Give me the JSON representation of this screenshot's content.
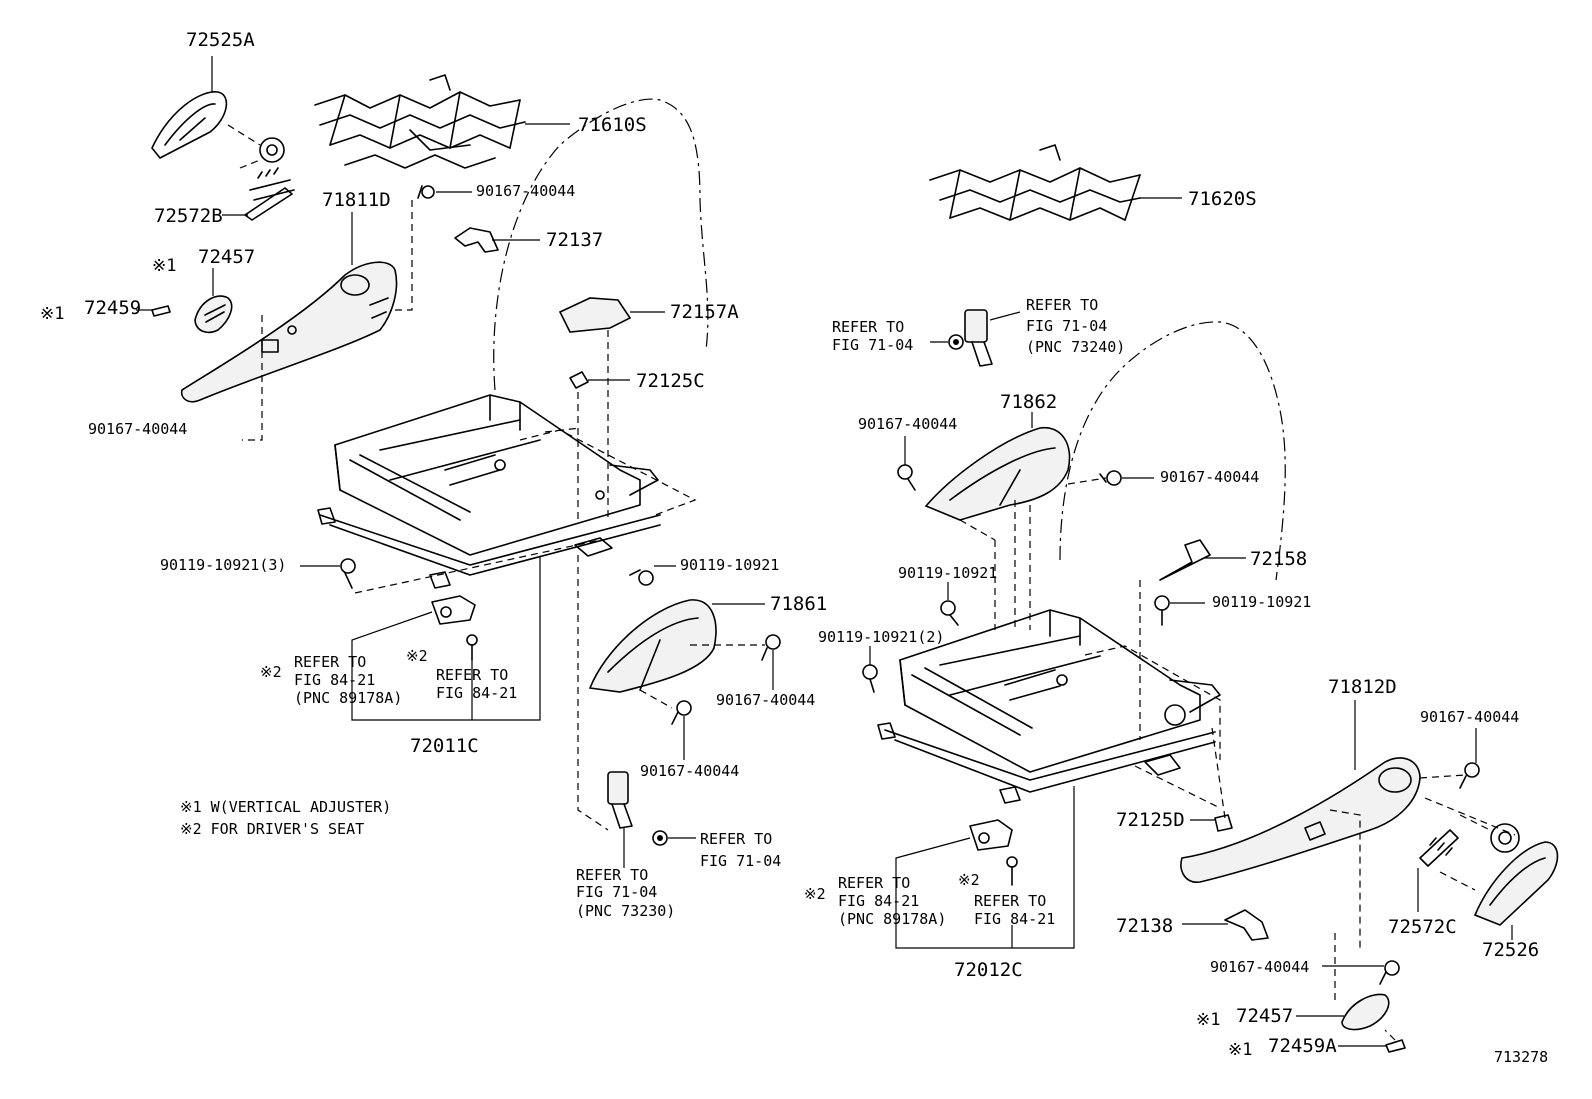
{
  "diagram": {
    "callouts": [
      {
        "id": "72525A",
        "text": "72525A"
      },
      {
        "id": "71610S",
        "text": "71610S"
      },
      {
        "id": "72572B",
        "text": "72572B"
      },
      {
        "id": "71811D",
        "text": "71811D"
      },
      {
        "id": "90167-40044-a",
        "text": "90167-40044"
      },
      {
        "id": "72137",
        "text": "72137"
      },
      {
        "id": "72457-a",
        "text": "72457"
      },
      {
        "id": "72459",
        "text": "72459"
      },
      {
        "id": "72157A",
        "text": "72157A"
      },
      {
        "id": "72125C",
        "text": "72125C"
      },
      {
        "id": "90167-40044-b",
        "text": "90167-40044"
      },
      {
        "id": "90119-10921-3",
        "text": "90119-10921(3)"
      },
      {
        "id": "90119-10921-a",
        "text": "90119-10921"
      },
      {
        "id": "71861",
        "text": "71861"
      },
      {
        "id": "90167-40044-c",
        "text": "90167-40044"
      },
      {
        "id": "90167-40044-d",
        "text": "90167-40044"
      },
      {
        "id": "72011C",
        "text": "72011C"
      },
      {
        "id": "71620S",
        "text": "71620S"
      },
      {
        "id": "71862",
        "text": "71862"
      },
      {
        "id": "90167-40044-e",
        "text": "90167-40044"
      },
      {
        "id": "90167-40044-f",
        "text": "90167-40044"
      },
      {
        "id": "72158",
        "text": "72158"
      },
      {
        "id": "90119-10921-b",
        "text": "90119-10921"
      },
      {
        "id": "90119-10921-c",
        "text": "90119-10921"
      },
      {
        "id": "90119-10921-2",
        "text": "90119-10921(2)"
      },
      {
        "id": "71812D",
        "text": "71812D"
      },
      {
        "id": "90167-40044-g",
        "text": "90167-40044"
      },
      {
        "id": "72125D",
        "text": "72125D"
      },
      {
        "id": "72572C",
        "text": "72572C"
      },
      {
        "id": "72526",
        "text": "72526"
      },
      {
        "id": "72138",
        "text": "72138"
      },
      {
        "id": "90167-40044-h",
        "text": "90167-40044"
      },
      {
        "id": "72457-b",
        "text": "72457"
      },
      {
        "id": "72459A",
        "text": "72459A"
      },
      {
        "id": "72012C",
        "text": "72012C"
      }
    ],
    "refs": {
      "ref_fig_7104_a": [
        "REFER TO",
        "FIG 71-04"
      ],
      "ref_fig_7104_b": [
        "REFER TO",
        "FIG 71-04",
        "(PNC 73240)"
      ],
      "ref_fig_7104_c": [
        "REFER TO",
        "FIG 71-04"
      ],
      "ref_fig_7104_d": [
        "REFER TO",
        "FIG 71-04",
        "(PNC 73230)"
      ],
      "ref_fig_8421_a": [
        "REFER TO",
        "FIG 84-21",
        "(PNC 89178A)"
      ],
      "ref_fig_8421_b": [
        "REFER TO",
        "FIG 84-21"
      ],
      "ref_fig_8421_c": [
        "REFER TO",
        "FIG 84-21",
        "(PNC 89178A)"
      ],
      "ref_fig_8421_d": [
        "REFER TO",
        "FIG 84-21"
      ]
    },
    "marks": {
      "m1": "※1",
      "m2": "※2"
    },
    "notes": [
      "※1 W(VERTICAL ADJUSTER)",
      "※2 FOR DRIVER'S SEAT"
    ],
    "figure_number": "713278"
  }
}
